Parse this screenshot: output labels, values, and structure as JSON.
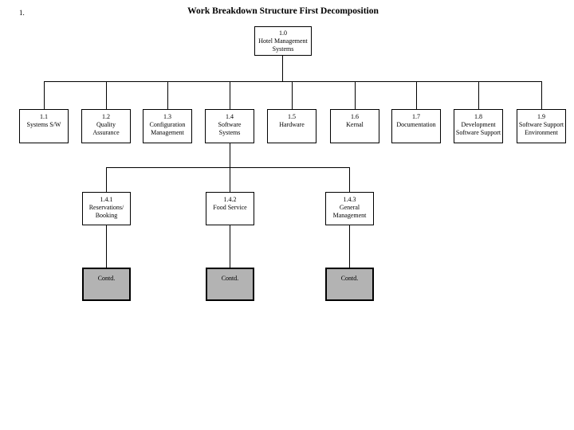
{
  "page": {
    "title": "Work Breakdown Structure First Decomposition",
    "corner_label": "1."
  },
  "root": {
    "num": "1.0",
    "name": "Hotel Management\nSystems"
  },
  "level1": [
    {
      "num": "1.1",
      "name": "Systems S/W"
    },
    {
      "num": "1.2",
      "name": "Quality\nAssurance"
    },
    {
      "num": "1.3",
      "name": "Configuration\nManagement"
    },
    {
      "num": "1.4",
      "name": "Software\nSystems"
    },
    {
      "num": "1.5",
      "name": "Hardware"
    },
    {
      "num": "1.6",
      "name": "Kernal"
    },
    {
      "num": "1.7",
      "name": "Documentation"
    },
    {
      "num": "1.8",
      "name": "Development\nSoftware Support"
    },
    {
      "num": "1.9",
      "name": "Software Support\nEnvironment"
    }
  ],
  "level2": [
    {
      "num": "1.4.1",
      "name": "Reservations/\nBooking"
    },
    {
      "num": "1.4.2",
      "name": "Food Service"
    },
    {
      "num": "1.4.3",
      "name": "General\nManagement"
    }
  ],
  "contd": {
    "label": "Contd."
  },
  "colors": {
    "box_border": "#000000",
    "line": "#000000",
    "contd_fill": "#b3b3b3",
    "background": "#ffffff"
  }
}
